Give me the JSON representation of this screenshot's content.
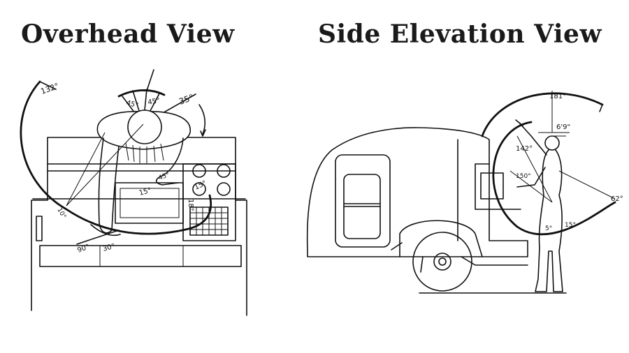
{
  "titles": {
    "overhead": "Overhead View",
    "side": "Side Elevation View"
  },
  "overhead_angles": {
    "a132": "132°",
    "a350": "35°",
    "a45_left": "45°",
    "a45_right": "45°",
    "a15": "15°",
    "a90": "90°",
    "a30": "30°",
    "a_small": "10°",
    "a_hand": "45°",
    "a150": "15°",
    "a180": "18°"
  },
  "side_angles": {
    "a181": "181°",
    "height": "6'9\"",
    "a142": "142°",
    "a150": "150°",
    "a62": "62°",
    "a5": "5°",
    "a15": "15°"
  },
  "colors": {
    "ink": "#111111",
    "paper": "#ffffff"
  }
}
